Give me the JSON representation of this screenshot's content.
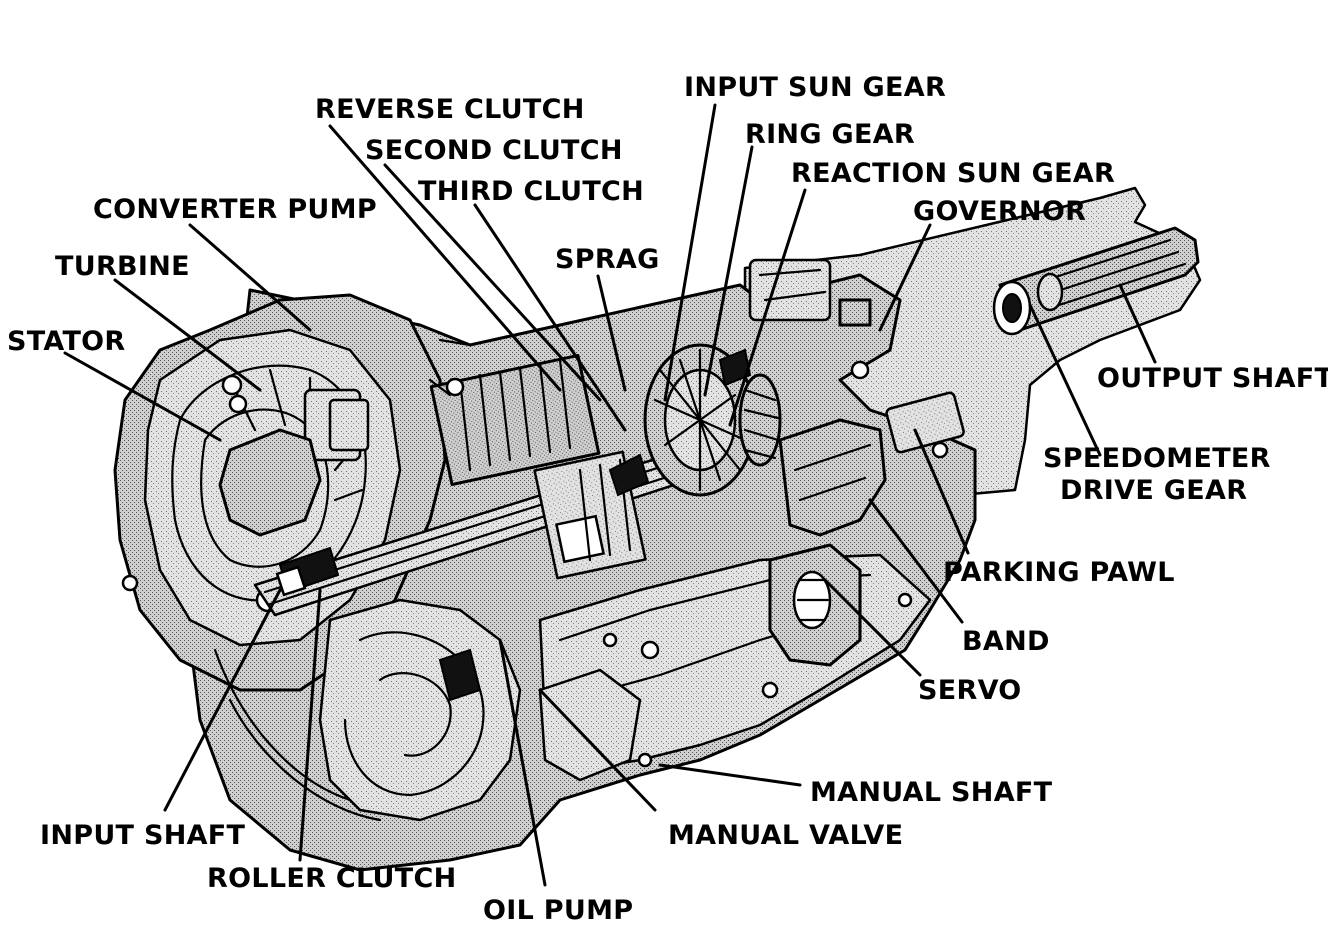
{
  "colors": {
    "ink": "#000000",
    "paper": "#ffffff",
    "stipple": "#bdbdbd"
  },
  "labels": {
    "reverse_clutch": "REVERSE CLUTCH",
    "second_clutch": "SECOND CLUTCH",
    "third_clutch": "THIRD CLUTCH",
    "input_sun_gear": "INPUT SUN GEAR",
    "ring_gear": "RING GEAR",
    "reaction_sun_gear": "REACTION SUN GEAR",
    "governor": "GOVERNOR",
    "converter_pump": "CONVERTER PUMP",
    "turbine": "TURBINE",
    "sprag": "SPRAG",
    "stator": "STATOR",
    "output_shaft": "OUTPUT SHAFT",
    "speedometer_drive_gear_line1": "SPEEDOMETER",
    "speedometer_drive_gear_line2": "DRIVE GEAR",
    "parking_pawl": "PARKING PAWL",
    "band": "BAND",
    "servo": "SERVO",
    "manual_shaft": "MANUAL SHAFT",
    "manual_valve": "MANUAL VALVE",
    "input_shaft": "INPUT SHAFT",
    "roller_clutch": "ROLLER CLUTCH",
    "oil_pump": "OIL PUMP"
  }
}
